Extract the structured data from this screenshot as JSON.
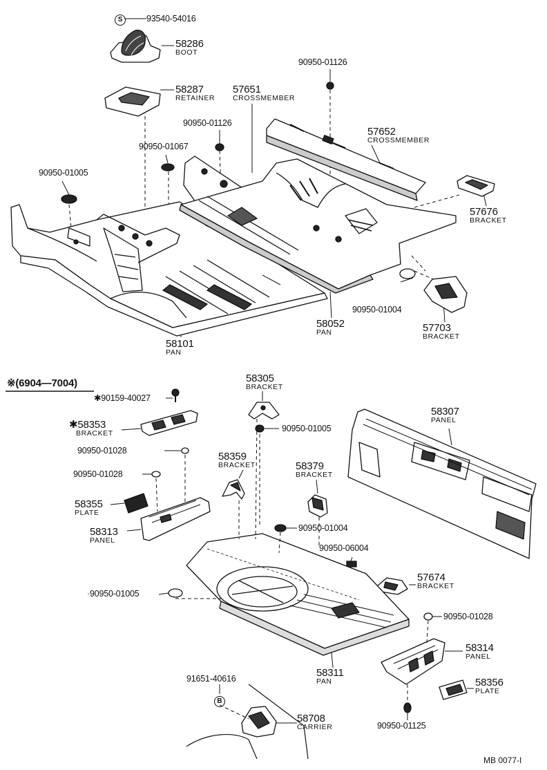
{
  "parts": {
    "p93540": {
      "number": "93540-54016",
      "mark": "S"
    },
    "p58286": {
      "number": "58286",
      "name": "BOOT"
    },
    "p58287": {
      "number": "58287",
      "name": "RETAINER"
    },
    "p57651": {
      "number": "57651",
      "name": "CROSSMEMBER"
    },
    "p90950_01126a": {
      "number": "90950-01126"
    },
    "p90950_01126b": {
      "number": "90950-01126"
    },
    "p90950_01067": {
      "number": "90950-01067"
    },
    "p90950_01005a": {
      "number": "90950-01005"
    },
    "p57652": {
      "number": "57652",
      "name": "CROSSMEMBER"
    },
    "p57676": {
      "number": "57676",
      "name": "BRACKET"
    },
    "p90950_01004a": {
      "number": "90950-01004"
    },
    "p58052": {
      "number": "58052",
      "name": "PAN"
    },
    "p57703": {
      "number": "57703",
      "name": "BRACKET"
    },
    "p58101": {
      "number": "58101",
      "name": "PAN"
    },
    "variant": {
      "code": "※(6904—7004)"
    },
    "p90159": {
      "number": "✱90159-40027"
    },
    "p58353": {
      "number": "✱58353",
      "name": "BRACKET"
    },
    "p90950_01028a": {
      "number": "90950-01028"
    },
    "p90950_01028b": {
      "number": "90950-01028"
    },
    "p58355": {
      "number": "58355",
      "name": "PLATE"
    },
    "p58313": {
      "number": "58313",
      "name": "PANEL"
    },
    "p58305": {
      "number": "58305",
      "name": "BRACKET"
    },
    "p90950_01005b": {
      "number": "90950-01005"
    },
    "p58359": {
      "number": "58359",
      "name": "BRACKET"
    },
    "p58379": {
      "number": "58379",
      "name": "BRACKET"
    },
    "p90950_01004b": {
      "number": "90950-01004"
    },
    "p90950_06004": {
      "number": "90950-06004"
    },
    "p58307": {
      "number": "58307",
      "name": "PANEL"
    },
    "p57674": {
      "number": "57674",
      "name": "BRACKET"
    },
    "p90950_01005c": {
      "number": "·90950-01005"
    },
    "p90950_01028c": {
      "number": "90950-01028"
    },
    "p58314": {
      "number": "58314",
      "name": "PANEL"
    },
    "p58311": {
      "number": "58311",
      "name": "PAN"
    },
    "p58356": {
      "number": "58356",
      "name": "PLATE"
    },
    "p91651": {
      "number": "91651-40616",
      "mark": "B"
    },
    "p58708": {
      "number": "58708",
      "name": "CARRIER"
    },
    "p90950_01125": {
      "number": "90950-01125"
    }
  },
  "footer": {
    "code": "MB 0077-I"
  }
}
